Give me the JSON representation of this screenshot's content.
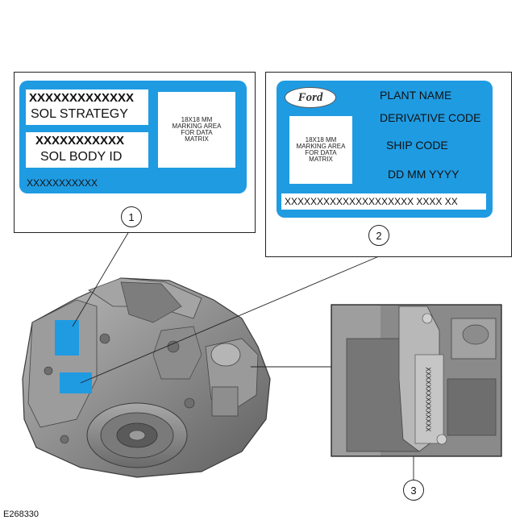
{
  "label_1": {
    "line1": "XXXXXXXXXXXXX",
    "line2": "SOL STRATEGY",
    "line3": "XXXXXXXXXXX",
    "line4": "SOL BODY ID",
    "line5": "XXXXXXXXXXX",
    "marking_area": [
      "18X18 MM",
      "MARKING AREA",
      "FOR DATA",
      "MATRIX"
    ]
  },
  "label_2": {
    "logo_text": "Ford",
    "plant_name": "PLANT NAME",
    "derivative_code": "DERIVATIVE CODE",
    "ship_code": "SHIP CODE",
    "date": "DD  MM  YYYY",
    "marking_area": [
      "18X18 MM",
      "MARKING AREA",
      "FOR DATA",
      "MATRIX"
    ],
    "barcode_line": "XXXXXXXXXXXXXXXXXXXX XXXX XX"
  },
  "detail_3": {
    "stamp": "XXXXXXXXXXXXXXX"
  },
  "callouts": [
    "1",
    "2",
    "3"
  ],
  "figure_id": "E268330",
  "colors": {
    "label_blue": "#1f9be2",
    "outline": "#222222",
    "part_gray": "#8a8a8a"
  }
}
